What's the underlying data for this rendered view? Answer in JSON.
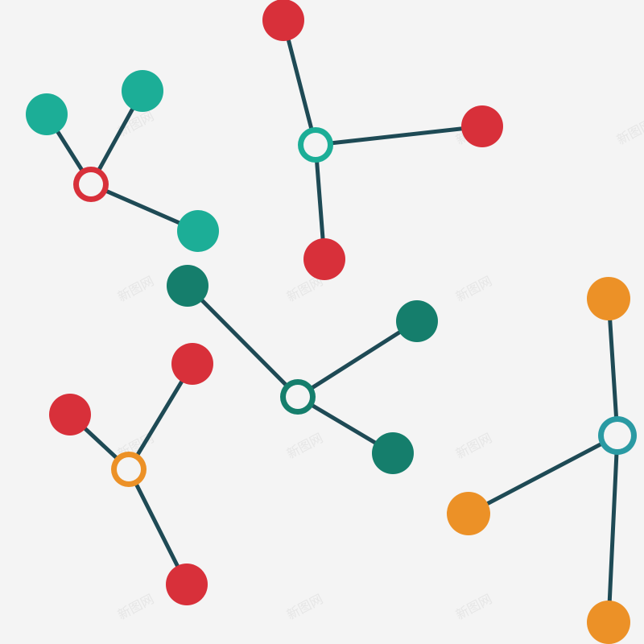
{
  "colors": {
    "background": "#f4f4f4",
    "bond": "#1e4a55",
    "red": "#d8303a",
    "teal": "#1cae97",
    "dark_teal": "#157e6c",
    "orange": "#ec9127",
    "cyan_ring": "#2a9aa3"
  },
  "molecules": [
    {
      "name": "molecule-red-hub",
      "hub_color": "#d8303a",
      "node_colors": [
        "#1cae97",
        "#1cae97",
        "#1cae97"
      ]
    },
    {
      "name": "molecule-teal-hub-top",
      "hub_color": "#1cae97",
      "node_colors": [
        "#d8303a",
        "#d8303a",
        "#d8303a"
      ]
    },
    {
      "name": "molecule-dark-teal-hub",
      "hub_color": "#157e6c",
      "node_colors": [
        "#157e6c",
        "#157e6c",
        "#157e6c"
      ]
    },
    {
      "name": "molecule-orange-hub",
      "hub_color": "#ec9127",
      "node_colors": [
        "#d8303a",
        "#d8303a",
        "#d8303a"
      ]
    },
    {
      "name": "molecule-cyan-hub",
      "hub_color": "#2a9aa3",
      "node_colors": [
        "#ec9127",
        "#ec9127",
        "#ec9127"
      ]
    }
  ],
  "watermark_text": "新图网"
}
